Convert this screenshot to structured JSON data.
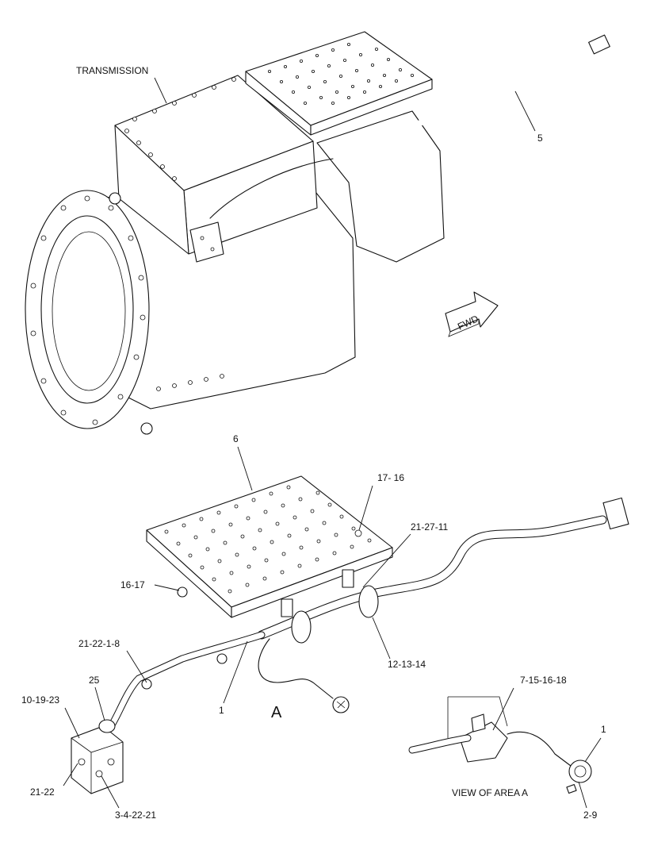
{
  "labels": {
    "transmission": "TRANSMISSION",
    "five": "5",
    "fwd": "FWD",
    "six": "6",
    "l17_16": "17- 16",
    "l21_27_11": "21-27-11",
    "l16_17": "16-17",
    "l21_22_1_8": "21-22-1-8",
    "l12_13_14": "12-13-14",
    "l25": "25",
    "l10_19_23": "10-19-23",
    "l1": "1",
    "areaA": "A",
    "l7_15_16_18": "7-15-16-18",
    "l1_right": "1",
    "l21_22": "21-22",
    "view_area_a": "VIEW OF AREA A",
    "l3_4_22_21": "3-4-22-21",
    "l2_9": "2-9"
  }
}
